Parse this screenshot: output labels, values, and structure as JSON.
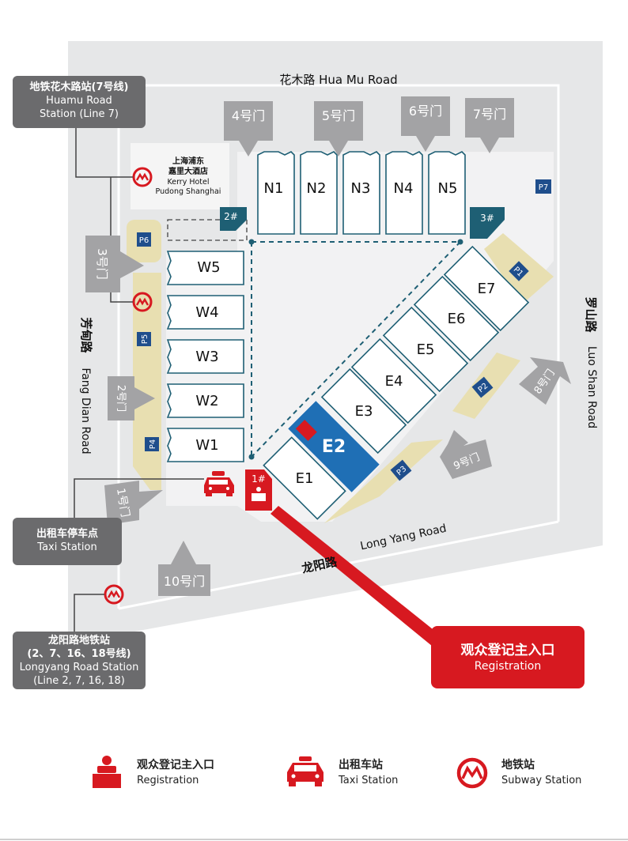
{
  "roads": {
    "huamu": "花木路 Hua Mu Road",
    "luoshan_cn": "罗山路",
    "luoshan_en": "Luo Shan Road",
    "fangdian_cn": "芳甸路",
    "fangdian_en": "Fang Dian Road",
    "longyang_cn": "龙阳路",
    "longyang_en": "Long Yang Road"
  },
  "gates": {
    "g1": "1号门",
    "g2": "2号门",
    "g3": "3号门",
    "g4": "4号门",
    "g5": "5号门",
    "g6": "6号门",
    "g7": "7号门",
    "g8": "8号门",
    "g9": "9号门",
    "g10": "10号门"
  },
  "halls": {
    "N1": "N1",
    "N2": "N2",
    "N3": "N3",
    "N4": "N4",
    "N5": "N5",
    "W1": "W1",
    "W2": "W2",
    "W3": "W3",
    "W4": "W4",
    "W5": "W5",
    "E1": "E1",
    "E2": "E2",
    "E3": "E3",
    "E4": "E4",
    "E5": "E5",
    "E6": "E6",
    "E7": "E7"
  },
  "parking": {
    "P1": "P1",
    "P2": "P2",
    "P3": "P3",
    "P4": "P4",
    "P5": "P5",
    "P6": "P6",
    "P7": "P7"
  },
  "entrances": {
    "e1": "1#",
    "e2": "2#",
    "e3": "3#"
  },
  "hotel": {
    "name_cn1": "上海浦东",
    "name_cn2": "嘉里大酒店",
    "name_en1": "Kerry Hotel",
    "name_en2": "Pudong Shanghai"
  },
  "callouts": {
    "huamu_station": {
      "l1": "地铁花木路站(7号线)",
      "l2": "Huamu Road",
      "l3": "Station (Line 7)"
    },
    "taxi_station": {
      "l1": "出租车停车点",
      "l2": "Taxi Station"
    },
    "longyang_station": {
      "l1": "龙阳路地铁站",
      "l2": "(2、7、16、18号线)",
      "l3": "Longyang Road Station",
      "l4": "(Line 2, 7, 16, 18)"
    },
    "registration": {
      "l1": "观众登记主入口",
      "l2": "Registration"
    }
  },
  "legend": {
    "registration": {
      "cn": "观众登记主入口",
      "en": "Registration"
    },
    "taxi": {
      "cn": "出租车站",
      "en": "Taxi Station"
    },
    "subway": {
      "cn": "地铁站",
      "en": "Subway Station"
    }
  },
  "colors": {
    "accent": "#d71920",
    "hall_blue": "#1f6fb5",
    "teal": "#1e5f74",
    "parking": "#e8dfb1",
    "road": "#e6e7e8",
    "callout": "#6b6b6d"
  }
}
